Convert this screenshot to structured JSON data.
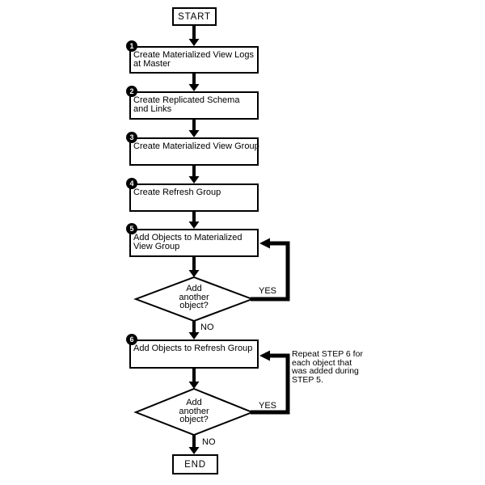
{
  "flowchart": {
    "start_label": "START",
    "end_label": "END",
    "steps": [
      {
        "num": "1",
        "lines": [
          "Create Materialized View Logs",
          "at Master"
        ]
      },
      {
        "num": "2",
        "lines": [
          "Create Replicated Schema",
          "and Links"
        ]
      },
      {
        "num": "3",
        "lines": [
          "Create Materialized View Group"
        ]
      },
      {
        "num": "4",
        "lines": [
          "Create Refresh Group"
        ]
      },
      {
        "num": "5",
        "lines": [
          "Add Objects to Materialized",
          "View Group"
        ]
      },
      {
        "num": "6",
        "lines": [
          "Add Objects to Refresh Group"
        ]
      }
    ],
    "decisions": [
      {
        "lines": [
          "Add",
          "another",
          "object?"
        ],
        "yes": "YES",
        "no": "NO"
      },
      {
        "lines": [
          "Add",
          "another",
          "object?"
        ],
        "yes": "YES",
        "no": "NO"
      }
    ],
    "annotation": {
      "lines": [
        "Repeat STEP 6 for",
        "each object that",
        "was added during",
        "STEP 5."
      ]
    },
    "colors": {
      "line": "#000000",
      "background": "#ffffff",
      "node_fill": "#ffffff",
      "badge_bg": "#000000",
      "badge_text": "#ffffff"
    }
  }
}
